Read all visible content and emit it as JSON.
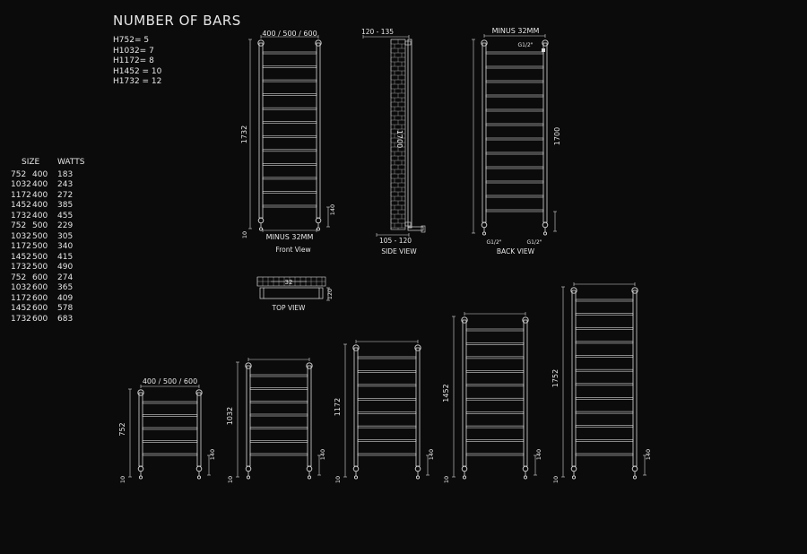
{
  "title": "NUMBER OF BARS",
  "bar_counts": [
    "H752= 5",
    "H1032= 7",
    "H1172= 8",
    "H1452 = 10",
    "H1732 = 12"
  ],
  "table": {
    "headers": [
      "SIZE",
      "WATTS"
    ],
    "rows": [
      [
        "752",
        "400",
        "183"
      ],
      [
        "1032",
        "400",
        "243"
      ],
      [
        "1172",
        "400",
        "272"
      ],
      [
        "1452",
        "400",
        "385"
      ],
      [
        "1732",
        "400",
        "455"
      ],
      [
        "752",
        "500",
        "229"
      ],
      [
        "1032",
        "500",
        "305"
      ],
      [
        "1172",
        "500",
        "340"
      ],
      [
        "1452",
        "500",
        "415"
      ],
      [
        "1732",
        "500",
        "490"
      ],
      [
        "752",
        "600",
        "274"
      ],
      [
        "1032",
        "600",
        "365"
      ],
      [
        "1172",
        "600",
        "409"
      ],
      [
        "1452",
        "600",
        "578"
      ],
      [
        "1732",
        "600",
        "683"
      ]
    ]
  },
  "front_view": {
    "label": "Front View",
    "width_label": "400 / 500 / 600",
    "height_label": "1732",
    "minus_label": "MINUS 32MM",
    "bottom_label": "140",
    "foot_label": "10"
  },
  "side_view": {
    "label": "SIDE VIEW",
    "top_label": "120 - 135",
    "height_label": "1700",
    "bottom_label": "105 - 120"
  },
  "back_view": {
    "label": "BACK VIEW",
    "top_label": "MINUS 32MM",
    "valve_top_label": "G1/2\"",
    "height_label": "1700",
    "valve_left_label": "G1/2\"",
    "valve_right_label": "G1/2\""
  },
  "top_view": {
    "label": "TOP VIEW",
    "inner_label": "32",
    "depth_label": "120"
  },
  "size_views": [
    {
      "height_label": "752",
      "width_label": "400 / 500 / 600",
      "bars": 5,
      "bottom_label": "140",
      "foot_label": "10"
    },
    {
      "height_label": "1032",
      "width_label": "",
      "bars": 7,
      "bottom_label": "140",
      "foot_label": "10"
    },
    {
      "height_label": "1172",
      "width_label": "",
      "bars": 8,
      "bottom_label": "140",
      "foot_label": "10"
    },
    {
      "height_label": "1452",
      "width_label": "",
      "bars": 10,
      "bottom_label": "140",
      "foot_label": "10"
    },
    {
      "height_label": "1752",
      "width_label": "",
      "bars": 12,
      "bottom_label": "140",
      "foot_label": "10"
    }
  ],
  "colors": {
    "background": "#0b0b0b",
    "line": "#d9d9d9",
    "text": "#e6e6e6"
  }
}
